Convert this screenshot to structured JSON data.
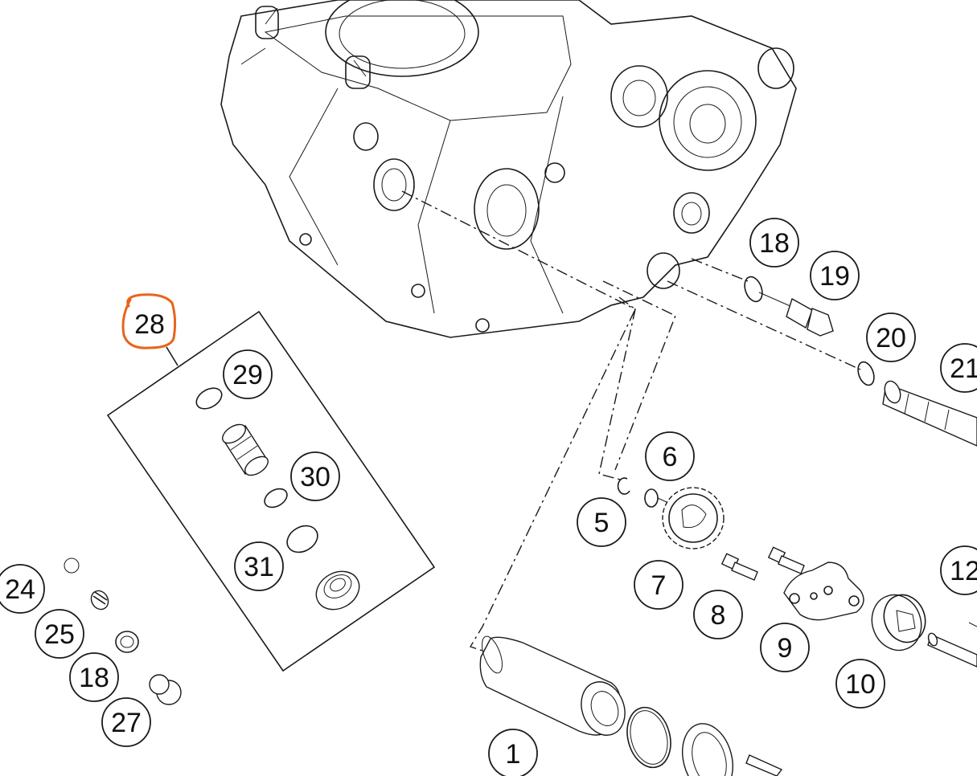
{
  "diagram": {
    "highlight_color": "#e8641b",
    "line_color": "#1a1a1a",
    "callouts": [
      {
        "id": "c28",
        "label": "28",
        "highlighted": true
      },
      {
        "id": "c29",
        "label": "29"
      },
      {
        "id": "c30",
        "label": "30"
      },
      {
        "id": "c31",
        "label": "31"
      },
      {
        "id": "c18a",
        "label": "18"
      },
      {
        "id": "c19",
        "label": "19"
      },
      {
        "id": "c20",
        "label": "20"
      },
      {
        "id": "c21",
        "label": "21"
      },
      {
        "id": "c6",
        "label": "6"
      },
      {
        "id": "c5",
        "label": "5"
      },
      {
        "id": "c7",
        "label": "7"
      },
      {
        "id": "c8",
        "label": "8"
      },
      {
        "id": "c9",
        "label": "9"
      },
      {
        "id": "c10",
        "label": "10"
      },
      {
        "id": "c12",
        "label": "12"
      },
      {
        "id": "c1",
        "label": "1"
      },
      {
        "id": "c24",
        "label": "24"
      },
      {
        "id": "c25",
        "label": "25"
      },
      {
        "id": "c18b",
        "label": "18"
      },
      {
        "id": "c27",
        "label": "27"
      }
    ]
  }
}
